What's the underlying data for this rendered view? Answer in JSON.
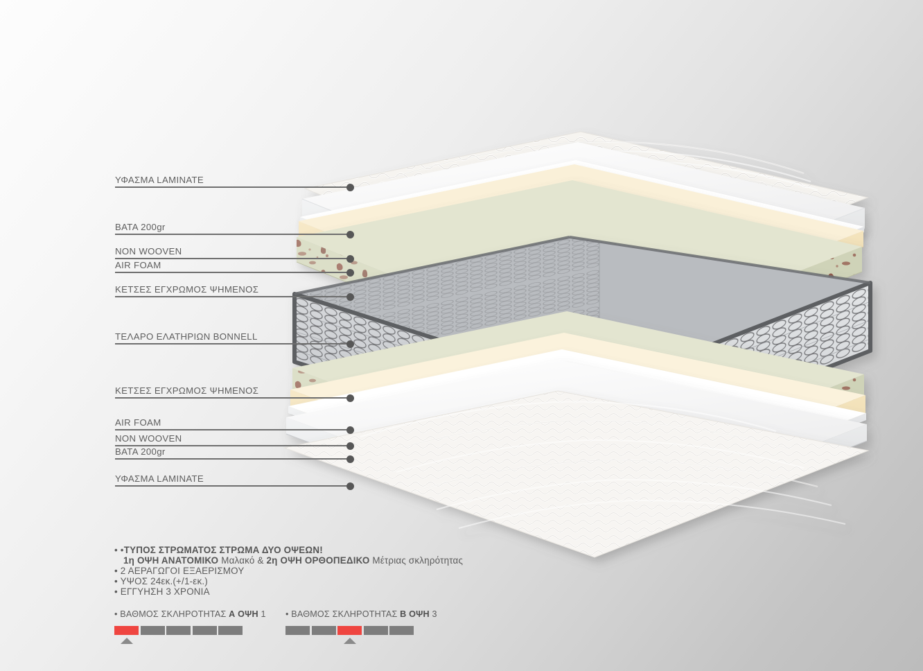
{
  "diagram": {
    "title": "Mattress layer cross-section (exploded view)",
    "background_from": "#fdfdfd",
    "background_to": "#bcbcbc"
  },
  "callouts_top": [
    {
      "label": "ΥΦΑΣΜΑ  LAMINATE",
      "name": "label-fabric-laminate-top"
    },
    {
      "label": "ΒΑΤΑ 200gr",
      "name": "label-wadding-top"
    },
    {
      "label": "NON WOOVEN",
      "name": "label-non-wooven-top"
    },
    {
      "label": "AIR FOAM",
      "name": "label-air-foam-top"
    },
    {
      "label": "ΚΕΤΣΕΣ ΕΓΧΡΩΜΟΣ ΨΗΜΕΝΟΣ",
      "name": "label-felt-top"
    },
    {
      "label": "ΤΕΛΑΡΟ ΕΛΑΤΗΡΙΩΝ BONNELL",
      "name": "label-bonnell-core"
    }
  ],
  "callouts_bottom": [
    {
      "label": "ΚΕΤΣΕΣ ΕΓΧΡΩΜΟΣ ΨΗΜΕΝΟΣ",
      "name": "label-felt-bottom"
    },
    {
      "label": "AIR FOAM",
      "name": "label-air-foam-bottom"
    },
    {
      "label": "NON WOOVEN",
      "name": "label-non-wooven-bottom"
    },
    {
      "label": "ΒΑΤΑ 200gr",
      "name": "label-wadding-bottom"
    },
    {
      "label": "ΥΦΑΣΜΑ  LAMINATE",
      "name": "label-fabric-laminate-bottom"
    }
  ],
  "spec": {
    "line1_bullet": "• •",
    "line1_bold": "ΤΥΠΟΣ ΣΤΡΩΜΑΤΟΣ ΣΤΡΩΜΑ ΔΥΟ ΟΨΕΩΝ!",
    "line2_a_bold": "1η ΟΨΗ ΑΝΑΤΟΜΙΚΟ",
    "line2_a_rest": " Μαλακό & ",
    "line2_b_bold": "2η ΟΨΗ ΟΡΘΟΠΕΔΙΚΟ",
    "line2_b_rest": " Μέτριας σκληρότητας",
    "line3": "• 2 ΑΕΡΑΓΩΓΟΙ ΕΞΑΕΡΙΣΜΟΥ",
    "line4": "• ΥΨΟΣ 24εκ.(+/1-εκ.)",
    "line5": "• ΕΓΓΥΗΣΗ 3 ΧΡΟΝΙΑ"
  },
  "hardness": {
    "bar_count": 5,
    "active_color": "#ef4540",
    "inactive_color": "#7d7d7d",
    "side_a": {
      "bullet": "•",
      "prefix": " ΒΑΘΜΟΣ ΣΚΛΗΡΟΤΗΤΑΣ ",
      "side_bold": "Α ΟΨΗ",
      "value": "1",
      "active_index": 1
    },
    "side_b": {
      "bullet": "•",
      "prefix": " ΒΑΘΜΟΣ ΣΚΛΗΡΟΤΗΤΑΣ ",
      "side_bold": "Β ΟΨΗ",
      "value": "3",
      "active_index": 3
    }
  },
  "layers": [
    {
      "name": "laminate-fabric-top",
      "material": "ΥΦΑΣΜΑ  LAMINATE",
      "color": "#f4f2ee"
    },
    {
      "name": "wadding-top",
      "material": "ΒΑΤΑ 200gr",
      "color": "#e7eaec"
    },
    {
      "name": "non-wooven-top",
      "material": "NON WOOVEN",
      "color": "#ffffff"
    },
    {
      "name": "air-foam-top",
      "material": "AIR FOAM",
      "color": "#f2e2bd"
    },
    {
      "name": "felt-top",
      "material": "ΚΕΤΣΕΣ ΕΓΧΡΩΜΟΣ ΨΗΜΕΝΟΣ",
      "color": "#d9dcc3"
    },
    {
      "name": "bonnell-spring-core",
      "material": "ΤΕΛΑΡΟ ΕΛΑΤΗΡΙΩΝ BONNELL",
      "color": "#c9ccd0"
    },
    {
      "name": "felt-bottom",
      "material": "ΚΕΤΣΕΣ ΕΓΧΡΩΜΟΣ ΨΗΜΕΝΟΣ",
      "color": "#d9dcc3"
    },
    {
      "name": "air-foam-bottom",
      "material": "AIR FOAM",
      "color": "#f7e8c6"
    },
    {
      "name": "non-wooven-bottom",
      "material": "NON WOOVEN",
      "color": "#ffffff"
    },
    {
      "name": "wadding-bottom",
      "material": "ΒΑΤΑ 200gr",
      "color": "#e7eaec"
    },
    {
      "name": "laminate-fabric-bottom",
      "material": "ΥΦΑΣΜΑ  LAMINATE",
      "color": "#f4f2ee"
    }
  ]
}
